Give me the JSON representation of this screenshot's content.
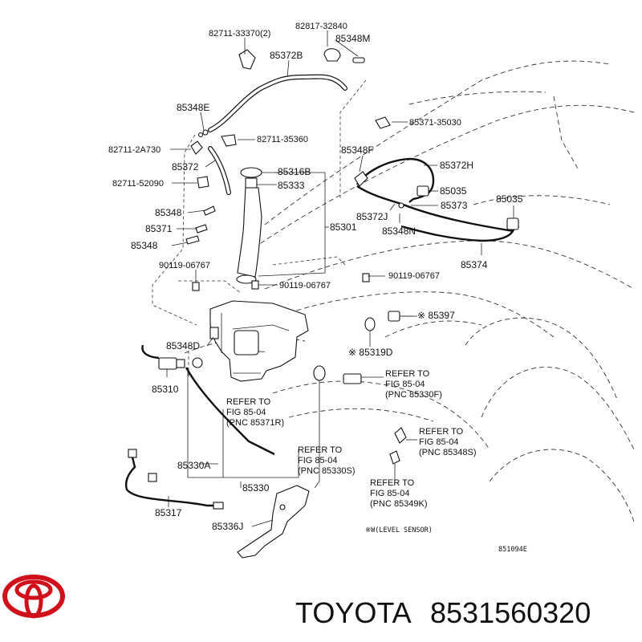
{
  "labels": {
    "p82711_33370": "82711-33370(2)",
    "p82817_32840": "82817-32840",
    "p85348M": "85348M",
    "p85372B": "85372B",
    "p85348E": "85348E",
    "p85371_35030": "85371-35030",
    "p82711_35360": "82711-35360",
    "p82711_2A730": "82711-2A730",
    "p85348F": "85348F",
    "p85372": "85372",
    "p85316B": "85316B",
    "p85372H": "85372H",
    "p82711_52090": "82711-52090",
    "p85333": "85333",
    "p85035a": "85035",
    "p85035b": "85035",
    "p85348a": "85348",
    "p85373": "85373",
    "p85372J": "85372J",
    "p85371": "85371",
    "p85301": "85301",
    "p85348N": "85348N",
    "p85348b": "85348",
    "p85374": "85374",
    "p90119_06767a": "90119-06767",
    "p90119_06767b": "90119-06767",
    "p90119_06767c": "90119-06767",
    "p85397": "※ 85397",
    "p85348D": "85348D",
    "p85319D": "※ 85319D",
    "p85310": "85310",
    "p85330A": "85330A",
    "p85330": "85330",
    "p85317": "85317",
    "p85336J": "85336J"
  },
  "refers": {
    "r1": [
      "REFER TO",
      "FIG 85-04",
      "(PNC 85330F)"
    ],
    "r2": [
      "REFER TO",
      "FIG 85-04",
      "(PNC 85371R)"
    ],
    "r3": [
      "REFER TO",
      "FIG 85-04",
      "(PNC 85348S)"
    ],
    "r4": [
      "REFER TO",
      "FIG 85-04",
      "(PNC 85330S)"
    ],
    "r5": [
      "REFER TO",
      "FIG 85-04",
      "(PNC 85349K)"
    ]
  },
  "note": "※W(LEVEL SENSOR)",
  "figure_code": "851094E",
  "brand": {
    "name": "TOYOTA",
    "part_number": "8531560320",
    "logo_icon": "toyota-logo-icon",
    "logo_color": "#d0101b"
  }
}
